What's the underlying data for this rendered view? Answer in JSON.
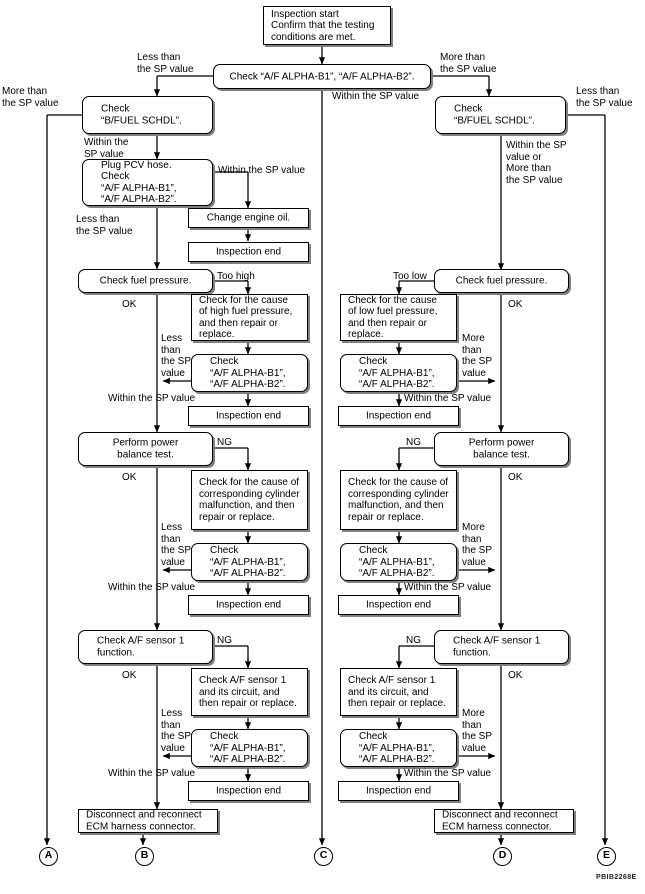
{
  "figure": {
    "id": "PBIB2268E",
    "type": "flowchart",
    "title": "Fuel injection / A/F ALPHA diagnostic flow chart"
  },
  "nodes": [
    {
      "key": "start",
      "text": "Inspection start\nConfirm that the testing\nconditions are met."
    },
    {
      "key": "check_alpha_top",
      "text": "Check “A/F ALPHA-B1”, “A/F ALPHA-B2”."
    },
    {
      "key": "bfuel_left",
      "text": "Check\n“B/FUEL SCHDL”."
    },
    {
      "key": "bfuel_right",
      "text": "Check\n“B/FUEL SCHDL”."
    },
    {
      "key": "plug_pcv",
      "text": "Plug PCV hose.\nCheck\n“A/F ALPHA-B1”,\n“A/F ALPHA-B2”."
    },
    {
      "key": "change_oil",
      "text": "Change engine oil."
    },
    {
      "key": "insp_end_1",
      "text": "Inspection end"
    },
    {
      "key": "fuel_press_l",
      "text": "Check fuel pressure."
    },
    {
      "key": "fuel_press_r",
      "text": "Check fuel pressure."
    },
    {
      "key": "cause_high",
      "text": "Check for the cause\nof high fuel pressure,\nand then repair or\nreplace."
    },
    {
      "key": "cause_low",
      "text": "Check for the cause\nof low fuel pressure,\nand then repair or\nreplace."
    },
    {
      "key": "alpha_l2",
      "text": "Check\n“A/F ALPHA-B1”,\n“A/F ALPHA-B2”."
    },
    {
      "key": "alpha_r2",
      "text": "Check\n“A/F ALPHA-B1”,\n“A/F ALPHA-B2”."
    },
    {
      "key": "insp_end_2",
      "text": "Inspection end"
    },
    {
      "key": "insp_end_3",
      "text": "Inspection end"
    },
    {
      "key": "power_bal_l",
      "text": "Perform power\nbalance test."
    },
    {
      "key": "power_bal_r",
      "text": "Perform power\nbalance test."
    },
    {
      "key": "cyl_mal_l",
      "text": "Check for the cause of\ncorresponding cylinder\nmalfunction, and then\nrepair or replace."
    },
    {
      "key": "cyl_mal_r",
      "text": "Check for the cause of\ncorresponding cylinder\nmalfunction, and then\nrepair or replace."
    },
    {
      "key": "alpha_l3",
      "text": "Check\n“A/F ALPHA-B1”,\n“A/F ALPHA-B2”."
    },
    {
      "key": "alpha_r3",
      "text": "Check\n“A/F ALPHA-B1”,\n“A/F ALPHA-B2”."
    },
    {
      "key": "insp_end_4",
      "text": "Inspection end"
    },
    {
      "key": "insp_end_5",
      "text": "Inspection end"
    },
    {
      "key": "af_sensor_l",
      "text": "Check A/F sensor 1\nfunction."
    },
    {
      "key": "af_sensor_r",
      "text": "Check A/F sensor 1\nfunction."
    },
    {
      "key": "af_circ_l",
      "text": "Check A/F sensor 1\nand its circuit, and\nthen repair or replace."
    },
    {
      "key": "af_circ_r",
      "text": "Check A/F sensor 1\nand its circuit, and\nthen repair or replace."
    },
    {
      "key": "alpha_l4",
      "text": "Check\n“A/F ALPHA-B1”,\n“A/F ALPHA-B2”."
    },
    {
      "key": "alpha_r4",
      "text": "Check\n“A/F ALPHA-B1”,\n“A/F ALPHA-B2”."
    },
    {
      "key": "insp_end_6",
      "text": "Inspection end"
    },
    {
      "key": "insp_end_7",
      "text": "Inspection end"
    },
    {
      "key": "ecm_left",
      "text": "Disconnect and reconnect\nECM harness connector."
    },
    {
      "key": "ecm_right",
      "text": "Disconnect and reconnect\nECM harness connector."
    }
  ],
  "edge_labels": [
    {
      "key": "l_less_top",
      "text": "Less than\nthe SP value"
    },
    {
      "key": "l_more_top",
      "text": "More than\nthe SP value"
    },
    {
      "key": "r_more_top",
      "text": "More than\nthe SP value"
    },
    {
      "key": "r_less_top",
      "text": "Less than\nthe SP value"
    },
    {
      "key": "mid_within",
      "text": "Within the SP value"
    },
    {
      "key": "l_within_1",
      "text": "Within the\nSP value"
    },
    {
      "key": "l_within_pcv",
      "text": "Within the SP value"
    },
    {
      "key": "r_within_or",
      "text": "Within the SP\nvalue or\nMore than\nthe SP value"
    },
    {
      "key": "l_less_pcv",
      "text": "Less than\nthe SP value"
    },
    {
      "key": "too_high",
      "text": "Too high"
    },
    {
      "key": "too_low",
      "text": "Too low"
    },
    {
      "key": "ok_l1",
      "text": "OK"
    },
    {
      "key": "ok_r1",
      "text": "OK"
    },
    {
      "key": "less_l1",
      "text": "Less\nthan\nthe SP\nvalue"
    },
    {
      "key": "more_r1",
      "text": "More\nthan\nthe SP\nvalue"
    },
    {
      "key": "within_l1",
      "text": "Within the SP value"
    },
    {
      "key": "within_r1",
      "text": "Within the SP value"
    },
    {
      "key": "ng_l1",
      "text": "NG"
    },
    {
      "key": "ng_r1",
      "text": "NG"
    },
    {
      "key": "ok_l2",
      "text": "OK"
    },
    {
      "key": "ok_r2",
      "text": "OK"
    },
    {
      "key": "less_l2",
      "text": "Less\nthan\nthe SP\nvalue"
    },
    {
      "key": "more_r2",
      "text": "More\nthan\nthe SP\nvalue"
    },
    {
      "key": "within_l2",
      "text": "Within the SP value"
    },
    {
      "key": "within_r2",
      "text": "Within the SP value"
    },
    {
      "key": "ng_l2",
      "text": "NG"
    },
    {
      "key": "ng_r2",
      "text": "NG"
    },
    {
      "key": "ok_l3",
      "text": "OK"
    },
    {
      "key": "ok_r3",
      "text": "OK"
    },
    {
      "key": "less_l3",
      "text": "Less\nthan\nthe SP\nvalue"
    },
    {
      "key": "more_r3",
      "text": "More\nthan\nthe SP\nvalue"
    },
    {
      "key": "within_l3",
      "text": "Within the SP value"
    },
    {
      "key": "within_r3",
      "text": "Within the SP value"
    }
  ],
  "connectors": [
    {
      "key": "A",
      "label": "A"
    },
    {
      "key": "B",
      "label": "B"
    },
    {
      "key": "C",
      "label": "C"
    },
    {
      "key": "D",
      "label": "D"
    },
    {
      "key": "E",
      "label": "E"
    }
  ]
}
